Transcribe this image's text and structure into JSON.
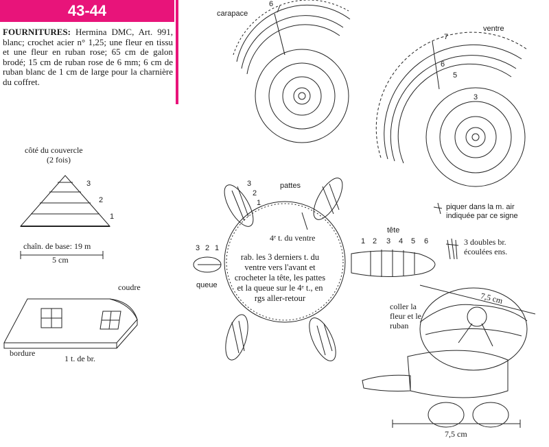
{
  "header": {
    "badge": "43-44"
  },
  "supplies": {
    "label": "FOURNITURES:",
    "text": " Hermina DMC, Art. 991, blanc; crochet acier n° 1,25; une fleur en tissu et une fleur en ruban rose; 65 cm de galon brodé; 15 cm de ruban rose de 6 mm; 6 cm de ruban blanc de 1 cm de large pour la charnière du coffret."
  },
  "labels": {
    "carapace": "carapace",
    "ventre": "ventre",
    "pattes": "pattes",
    "tete": "tête",
    "queue": "queue",
    "cote_title": "côté du couvercle",
    "cote_sub": "(2 fois)",
    "chain_base": "chaîn. de base: 19 m",
    "five_cm": "5 cm",
    "coudre": "coudre",
    "bordure": "bordure",
    "one_t": "1 t. de br.",
    "center_top": "4ᵉ t. du ventre",
    "center_text": "rab. les 3 derniers t. du ventre vers l'avant et crocheter la tête, les pattes et la queue sur le 4ᵉ t., en rgs aller-retour",
    "coller": "coller la fleur et le ruban",
    "dim_top": "7,5 cm",
    "dim_bottom": "7,5 cm",
    "legend_piquer": "piquer dans la m. air indiquée par ce signe",
    "legend_doubles": "3 doubles br. écoulées ens."
  },
  "marks": {
    "carapace_row": "6",
    "ventre_row": "7",
    "ventre_r6": "6",
    "ventre_r5": "5",
    "ventre_r3": "3",
    "cote_rows": [
      "3",
      "2",
      "1"
    ],
    "pattes_top": [
      "3",
      "2",
      "1"
    ],
    "tete_rows": [
      "1",
      "2",
      "3",
      "4",
      "5",
      "6"
    ],
    "queue_rows": [
      "3",
      "2",
      "1"
    ]
  }
}
